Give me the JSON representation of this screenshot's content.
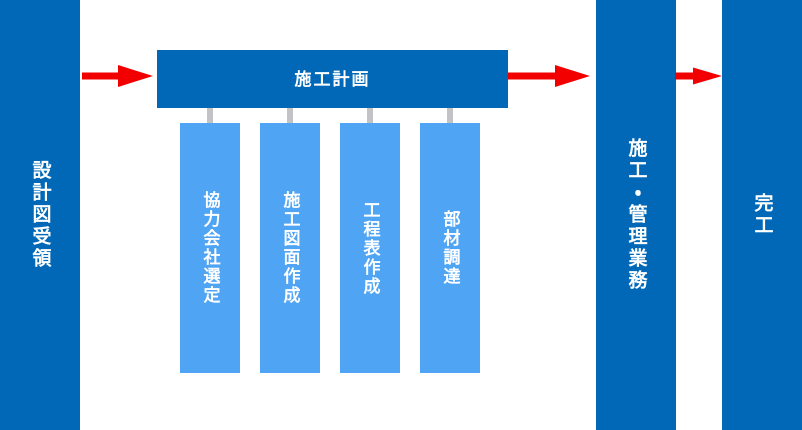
{
  "flow": {
    "title": "construction-process-flow",
    "stages": [
      {
        "id": "design-receipt",
        "label": "設計図受領"
      },
      {
        "id": "construction-plan",
        "label": "施工計画"
      },
      {
        "id": "construction-management",
        "label": "施工・管理業務"
      },
      {
        "id": "completion",
        "label": "完工"
      }
    ],
    "subtasks": [
      {
        "id": "partner-company-selection",
        "label": "協力会社選定"
      },
      {
        "id": "construction-drawing-creation",
        "label": "施工図面作成"
      },
      {
        "id": "schedule-creation",
        "label": "工程表作成"
      },
      {
        "id": "material-procurement",
        "label": "部材調達"
      }
    ]
  },
  "colors": {
    "primary_blue": "#0068b7",
    "light_blue": "#4fa4f4",
    "arrow_red": "#f20000",
    "connector_gray": "#c3c3c5",
    "text_white": "#ffffff"
  }
}
